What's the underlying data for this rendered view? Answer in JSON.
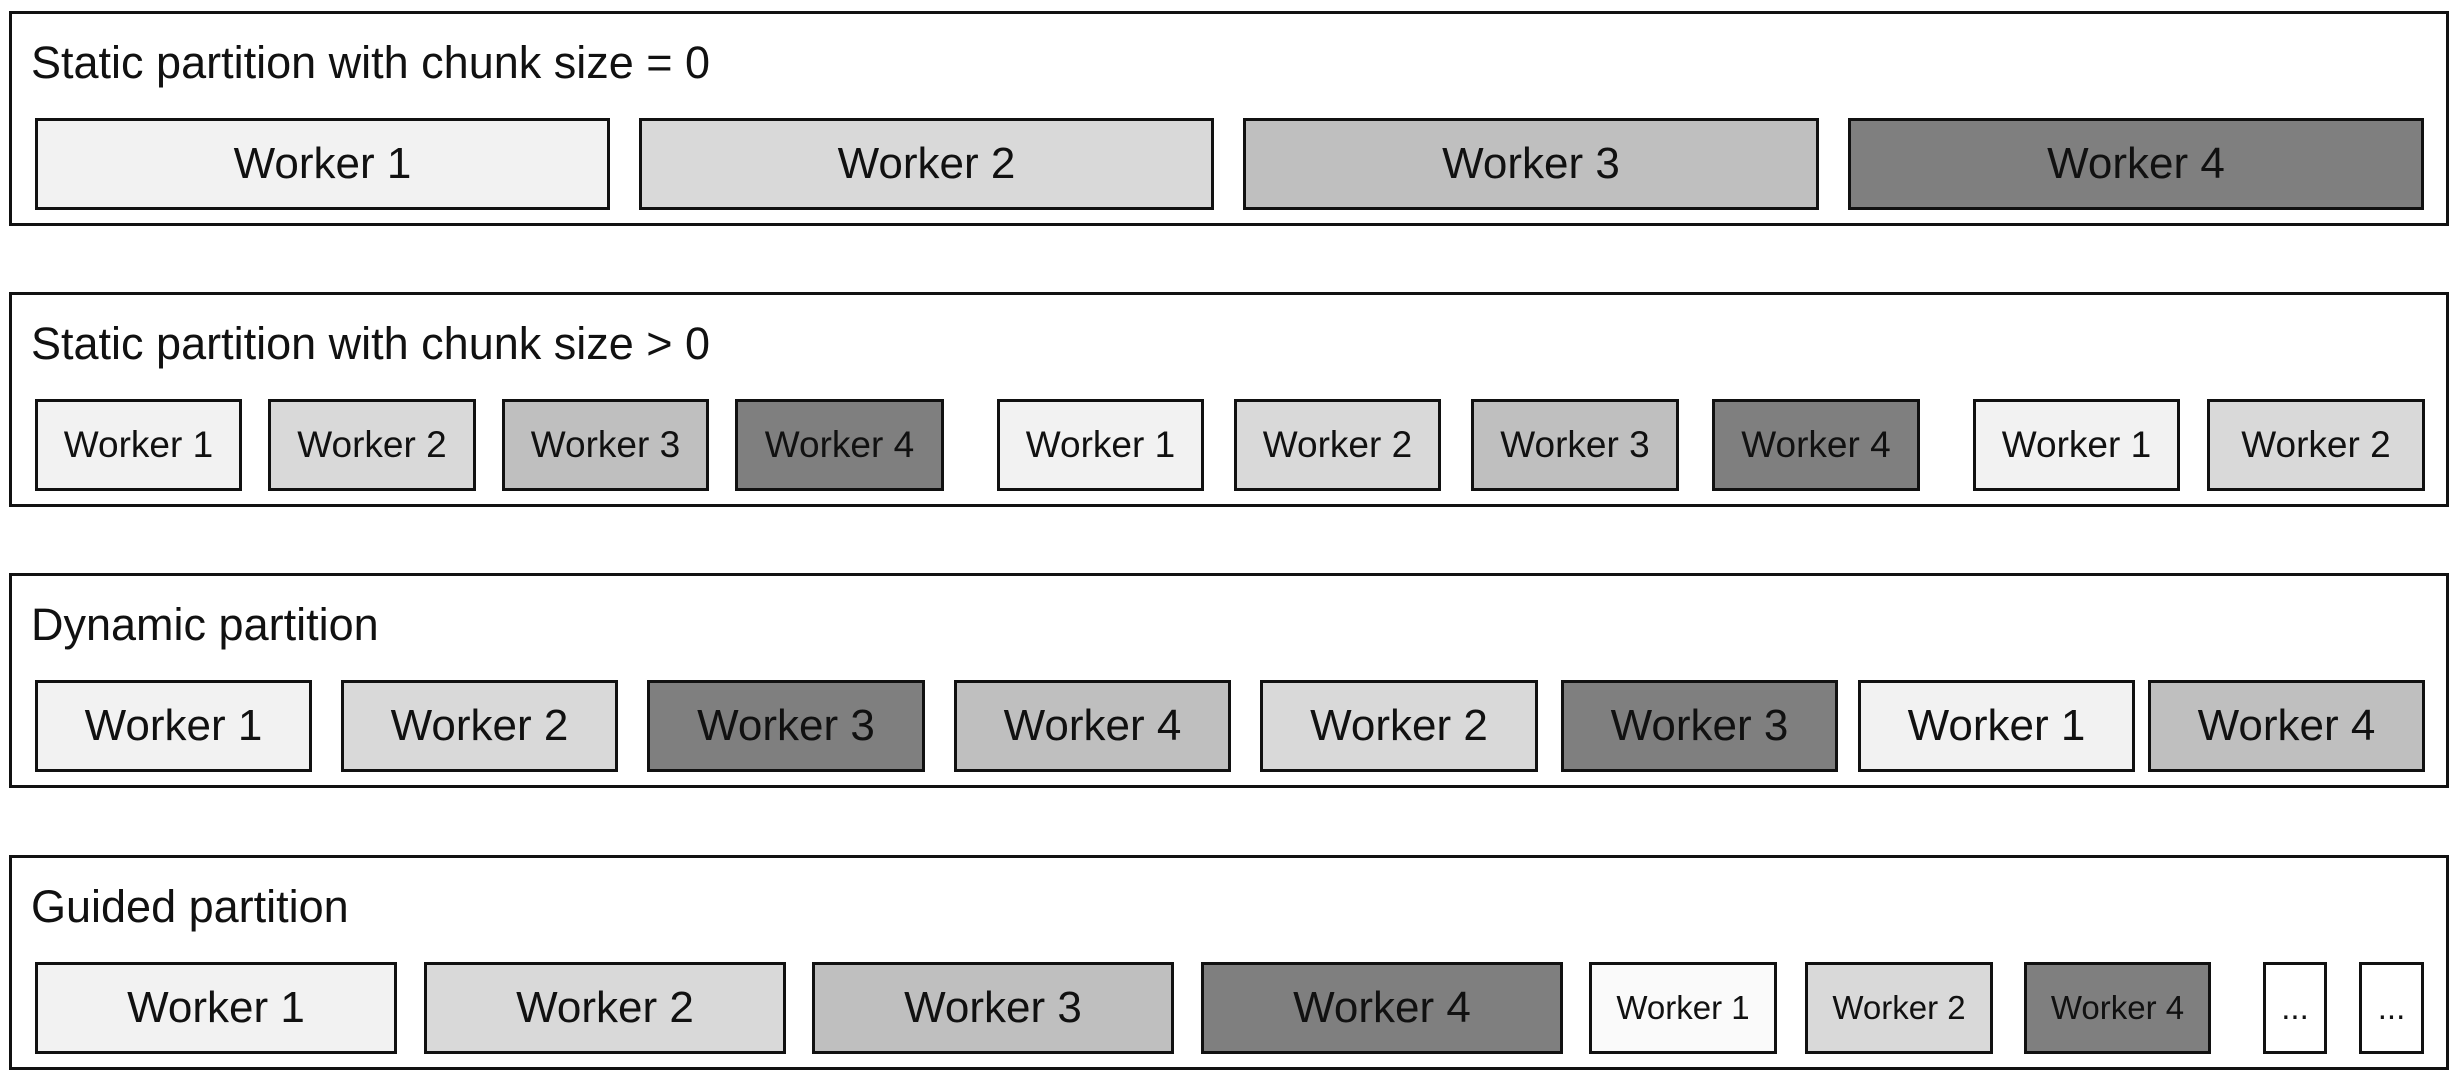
{
  "panels": [
    {
      "title": "Static partition with chunk size = 0",
      "blocks": [
        {
          "label": "Worker 1",
          "worker": 1
        },
        {
          "label": "Worker 2",
          "worker": 2
        },
        {
          "label": "Worker 3",
          "worker": 3
        },
        {
          "label": "Worker 4",
          "worker": 4
        }
      ]
    },
    {
      "title": "Static partition with chunk size > 0",
      "blocks": [
        {
          "label": "Worker 1",
          "worker": 1
        },
        {
          "label": "Worker 2",
          "worker": 2
        },
        {
          "label": "Worker 3",
          "worker": 3
        },
        {
          "label": "Worker 4",
          "worker": 4
        },
        {
          "label": "Worker 1",
          "worker": 1
        },
        {
          "label": "Worker 2",
          "worker": 2
        },
        {
          "label": "Worker 3",
          "worker": 3
        },
        {
          "label": "Worker 4",
          "worker": 4
        },
        {
          "label": "Worker 1",
          "worker": 1
        },
        {
          "label": "Worker 2",
          "worker": 2
        }
      ]
    },
    {
      "title": "Dynamic partition",
      "blocks": [
        {
          "label": "Worker 1",
          "worker": 1
        },
        {
          "label": "Worker 2",
          "worker": 2
        },
        {
          "label": "Worker 3",
          "worker": 3
        },
        {
          "label": "Worker 4",
          "worker": 4
        },
        {
          "label": "Worker 2",
          "worker": 2
        },
        {
          "label": "Worker 3",
          "worker": 3
        },
        {
          "label": "Worker 1",
          "worker": 1
        },
        {
          "label": "Worker 4",
          "worker": 4
        }
      ]
    },
    {
      "title": "Guided partition",
      "blocks": [
        {
          "label": "Worker 1",
          "worker": 1
        },
        {
          "label": "Worker 2",
          "worker": 2
        },
        {
          "label": "Worker 3",
          "worker": 3
        },
        {
          "label": "Worker 4",
          "worker": 4
        },
        {
          "label": "Worker 1",
          "worker": 1
        },
        {
          "label": "Worker 2",
          "worker": 2
        },
        {
          "label": "Worker 4",
          "worker": 4
        },
        {
          "label": "...",
          "worker": null
        },
        {
          "label": "...",
          "worker": null
        }
      ]
    }
  ],
  "colors": {
    "worker1": "#f2f2f2",
    "worker2": "#d9d9d9",
    "worker3": "#bfbfbf",
    "worker4": "#7f7f7f",
    "border": "#111111"
  }
}
